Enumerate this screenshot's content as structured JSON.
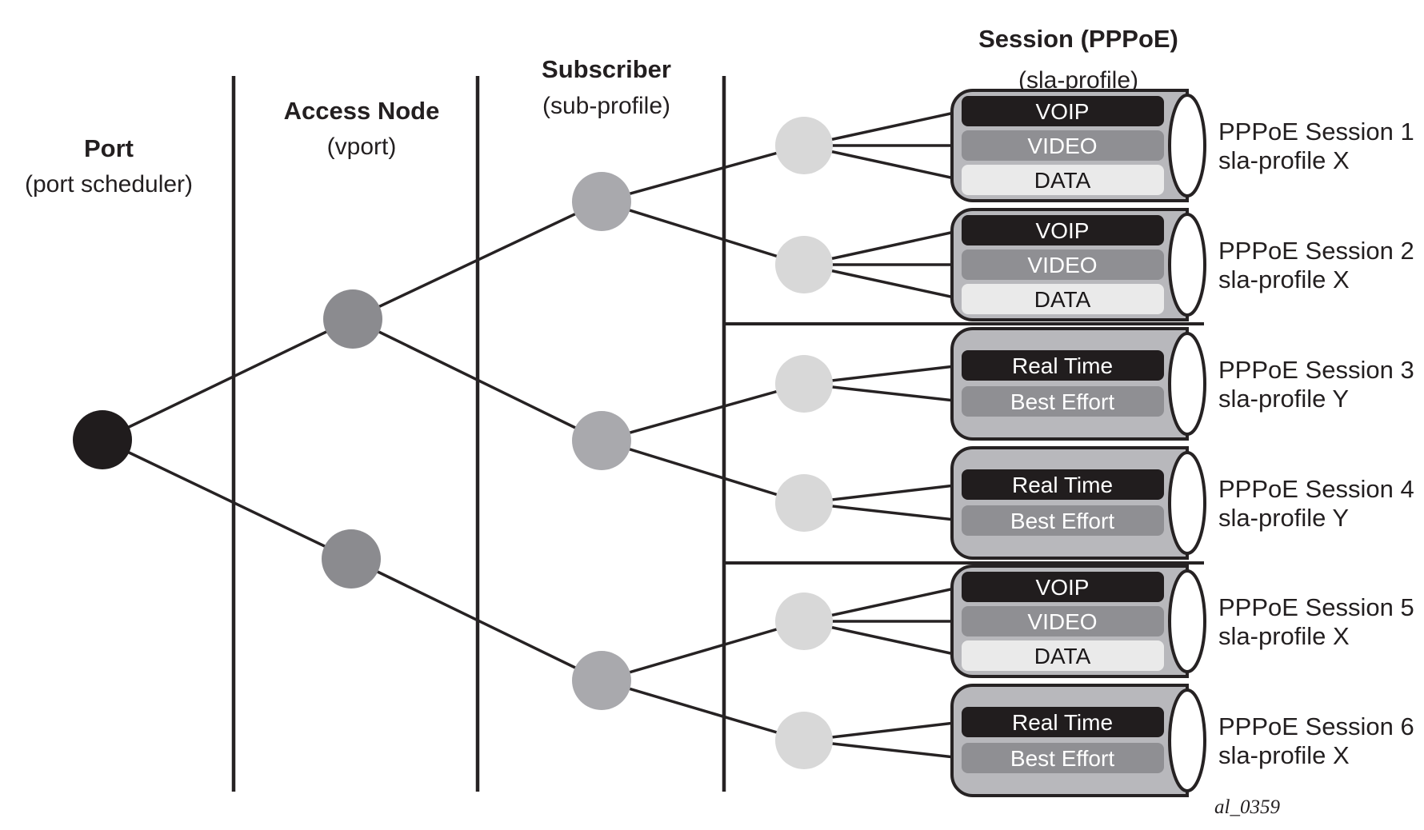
{
  "columns": [
    {
      "title": "Port",
      "subtitle": "(port scheduler)"
    },
    {
      "title": "Access Node",
      "subtitle": "(vport)"
    },
    {
      "title": "Subscriber",
      "subtitle": "(sub-profile)"
    },
    {
      "title": "Session (PPPoE)",
      "subtitle": "(sla-profile)"
    }
  ],
  "hierarchy": {
    "port_nodes": 1,
    "access_nodes": 2,
    "subscriber_nodes": 3,
    "session_nodes": 6
  },
  "sessions": [
    {
      "name": "PPPoE Session 1",
      "profile": "sla-profile X",
      "queues": [
        "VOIP",
        "VIDEO",
        "DATA"
      ]
    },
    {
      "name": "PPPoE Session 2",
      "profile": "sla-profile X",
      "queues": [
        "VOIP",
        "VIDEO",
        "DATA"
      ]
    },
    {
      "name": "PPPoE Session 3",
      "profile": "sla-profile Y",
      "queues": [
        "Real Time",
        "Best Effort"
      ]
    },
    {
      "name": "PPPoE Session 4",
      "profile": "sla-profile Y",
      "queues": [
        "Real Time",
        "Best Effort"
      ]
    },
    {
      "name": "PPPoE Session 5",
      "profile": "sla-profile X",
      "queues": [
        "VOIP",
        "VIDEO",
        "DATA"
      ]
    },
    {
      "name": "PPPoE Session 6",
      "profile": "sla-profile X",
      "queues": [
        "Real Time",
        "Best Effort"
      ]
    }
  ],
  "watermark": "al_0359",
  "palette": {
    "port_node": "#201c1d",
    "access_node": "#8b8b8f",
    "subscriber_node": "#a9a9ad",
    "session_node": "#d8d8d8",
    "queue_dark": "#211d1e",
    "queue_mid": "#8f8f93",
    "queue_light": "#eaeaea",
    "line": "#262223"
  }
}
